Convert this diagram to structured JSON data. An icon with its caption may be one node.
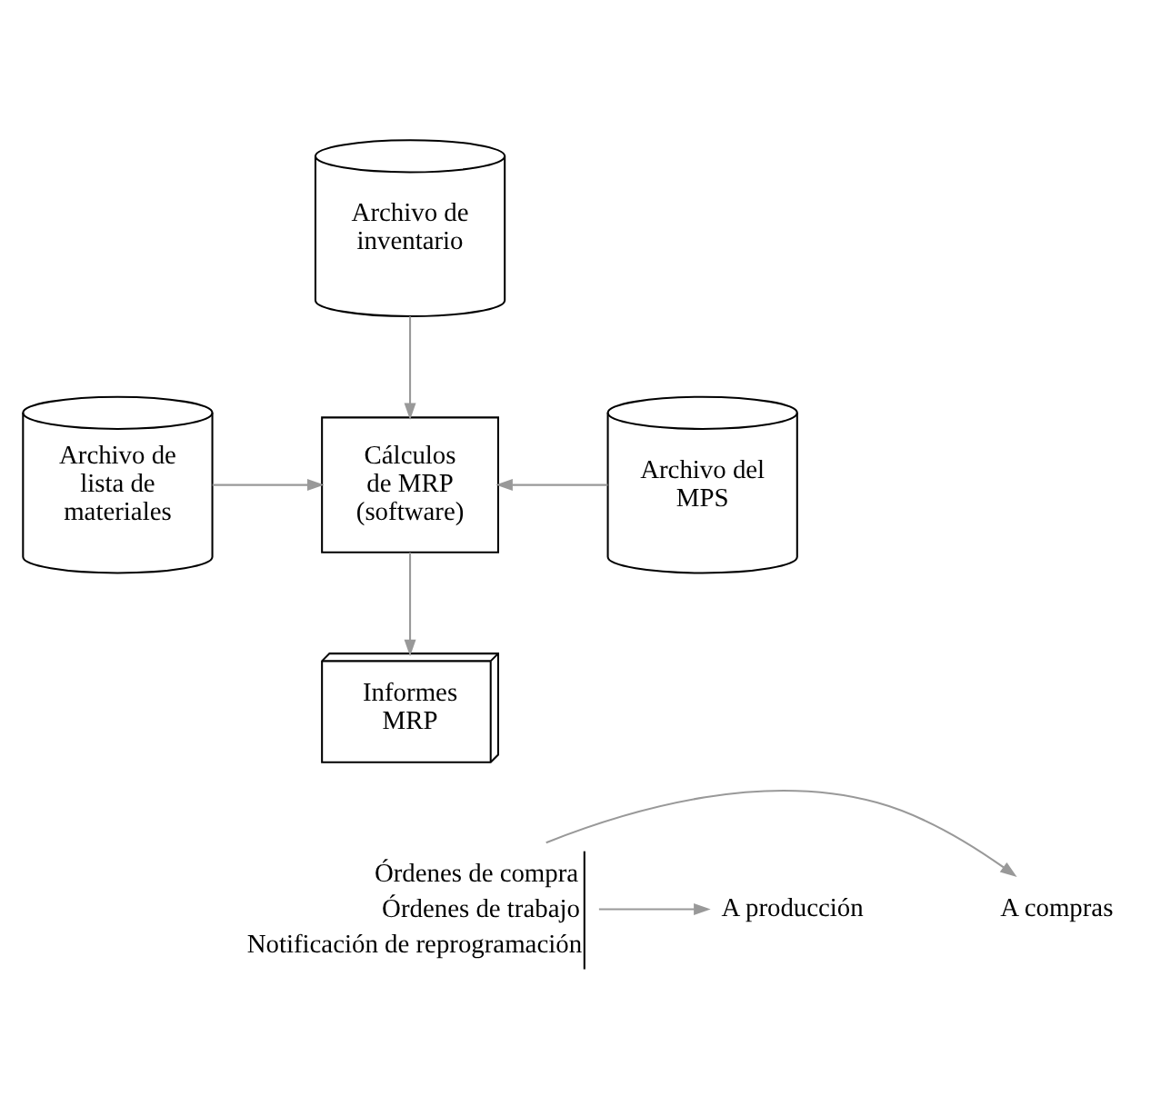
{
  "diagram": {
    "nodes": [
      {
        "text": [
          "Archivo de inventario"
        ]
      },
      {
        "text": [
          "Archivo de lista de materiales"
        ]
      },
      {
        "text": [
          "Cálculos de MRP (software)"
        ]
      },
      {
        "text": [
          "Archivo del MPS"
        ]
      },
      {
        "text": [
          "Informes MRP"
        ]
      },
      {
        "text": [
          "Órdenes de compra",
          "Órdenes de trabajo",
          "Notificación de reprogramación"
        ]
      },
      {
        "text": [
          "A compras"
        ]
      },
      {
        "text": [
          "A producción"
        ]
      }
    ],
    "edges": [
      {
        "from": 0,
        "to": 2,
        "arrow": "to"
      },
      {
        "from": 1,
        "to": 2,
        "arrow": "to"
      },
      {
        "from": 3,
        "to": 2,
        "arrow": "to"
      },
      {
        "from": 2,
        "to": 4,
        "arrow": "to"
      },
      {
        "from": 5,
        "to": 6,
        "arrow": "to"
      },
      {
        "from": 5,
        "to": 7,
        "arrow": "to"
      }
    ]
  }
}
